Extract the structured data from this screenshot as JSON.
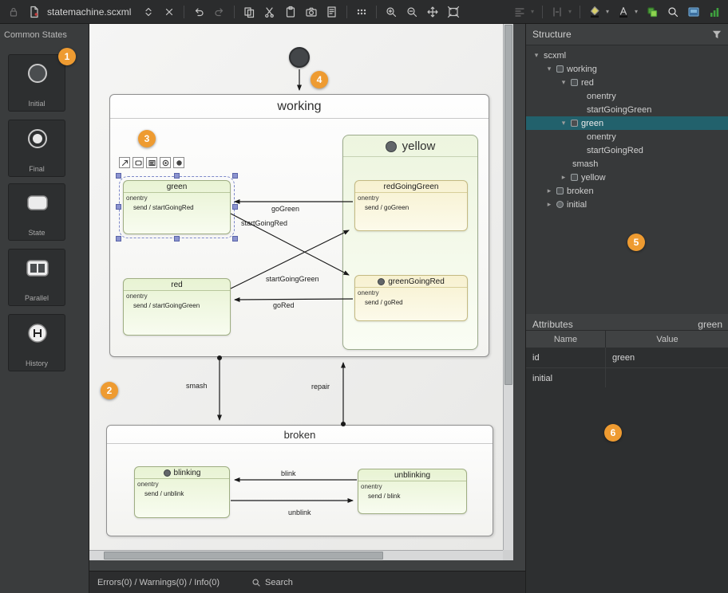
{
  "toolbar": {
    "title": "statemachine.scxml"
  },
  "palette": {
    "title": "Common States",
    "items": [
      {
        "label": "Initial",
        "icon": "initial-state-icon"
      },
      {
        "label": "Final",
        "icon": "final-state-icon"
      },
      {
        "label": "State",
        "icon": "state-icon"
      },
      {
        "label": "Parallel",
        "icon": "parallel-state-icon"
      },
      {
        "label": "History",
        "icon": "history-state-icon"
      }
    ]
  },
  "diagram": {
    "working": {
      "title": "working"
    },
    "yellow": {
      "title": "yellow"
    },
    "green": {
      "title": "green",
      "onentry_label": "onentry",
      "action": "send / startGoingRed"
    },
    "red": {
      "title": "red",
      "onentry_label": "onentry",
      "action": "send / startGoingGreen"
    },
    "red_going_green": {
      "title": "redGoingGreen",
      "onentry_label": "onentry",
      "action": "send / goGreen"
    },
    "green_going_red": {
      "title": "greenGoingRed",
      "onentry_label": "onentry",
      "action": "send / goRed"
    },
    "broken": {
      "title": "broken"
    },
    "blinking": {
      "title": "blinking",
      "onentry_label": "onentry",
      "action": "send / unblink"
    },
    "unblinking": {
      "title": "unblinking",
      "onentry_label": "onentry",
      "action": "send / blink"
    },
    "transitions": {
      "go_green": "goGreen",
      "start_going_red": "startGoingRed",
      "start_going_green": "startGoingGreen",
      "go_red": "goRed",
      "smash": "smash",
      "repair": "repair",
      "blink": "blink",
      "unblink": "unblink"
    }
  },
  "structure": {
    "title": "Structure",
    "items": [
      {
        "label": "scxml"
      },
      {
        "label": "working"
      },
      {
        "label": "red"
      },
      {
        "label": "onentry"
      },
      {
        "label": "startGoingGreen"
      },
      {
        "label": "green"
      },
      {
        "label": "onentry"
      },
      {
        "label": "startGoingRed"
      },
      {
        "label": "smash"
      },
      {
        "label": "yellow"
      },
      {
        "label": "broken"
      },
      {
        "label": "initial"
      }
    ]
  },
  "attributes": {
    "title": "Attributes",
    "context": "green",
    "columns": [
      "Name",
      "Value"
    ],
    "rows": [
      {
        "name": "id",
        "value": "green"
      },
      {
        "name": "initial",
        "value": ""
      }
    ]
  },
  "status_bar": {
    "issues": "Errors(0) / Warnings(0) / Info(0)",
    "search": "Search"
  },
  "annotations": {
    "badges": [
      "1",
      "2",
      "3",
      "4",
      "5",
      "6"
    ]
  },
  "colors": {
    "accent_orange": "#ee9b31",
    "selection_teal": "#22616c",
    "selection_blue": "#8b93cf",
    "state_green": "#e8f3d3",
    "state_yellow": "#f7f1d0"
  }
}
